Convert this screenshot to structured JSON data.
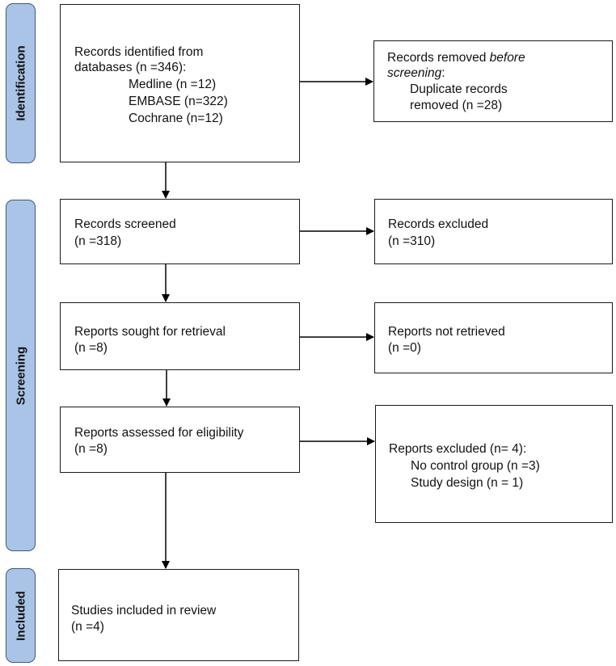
{
  "colors": {
    "stage_fill": "#a9c4e6",
    "stage_border": "#3b5a80",
    "line": "#000000"
  },
  "stages": {
    "identification": "Identification",
    "screening": "Screening",
    "included": "Included"
  },
  "identification": {
    "records_title": "Records identified from",
    "records_line2": "databases (n =346):",
    "sources": [
      "Medline (n =12)",
      "EMBASE (n=322)",
      "Cochrane (n=12)"
    ],
    "removed_prefix": "Records removed ",
    "removed_italic": "before",
    "removed_italic2": "screening",
    "removed_colon": ":",
    "removed_detail1": "Duplicate records",
    "removed_detail2": "removed (n =28)"
  },
  "screening": {
    "screened_label": "Records screened",
    "screened_n": "(n =318)",
    "excluded_label": "Records excluded",
    "excluded_n": "(n =310)",
    "sought_label": "Reports sought for retrieval",
    "sought_n": "(n =8)",
    "not_retrieved_label": "Reports not retrieved",
    "not_retrieved_n": "(n =0)",
    "assessed_label": "Reports assessed for eligibility",
    "assessed_n": "(n =8)",
    "reports_excluded_label": "Reports excluded (n= 4):",
    "reasons": [
      "No control group (n =3)",
      "Study design (n = 1)"
    ]
  },
  "included": {
    "studies_label": "Studies included in review",
    "studies_n": "(n =4)"
  }
}
